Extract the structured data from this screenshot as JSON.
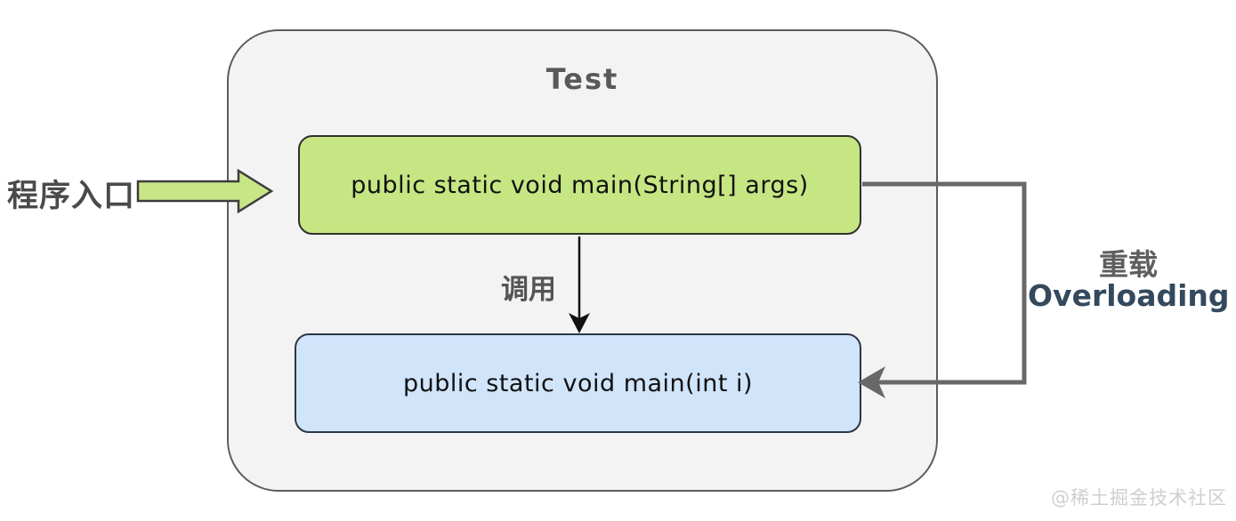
{
  "diagram": {
    "title": "Test",
    "entry_label": "程序入口",
    "call_label": "调用",
    "overload_label_zh": "重载",
    "overload_label_en": "Overloading",
    "method1_signature": "public static void main(String[] args)",
    "method2_signature": "public static void main(int i)",
    "watermark": "@稀土掘金技术社区",
    "colors": {
      "container_fill": "#f3f3f3",
      "container_border": "#5c5c5c",
      "method1_fill": "#c6e683",
      "method1_border": "#2f2f2f",
      "method2_fill": "#d0e4fa",
      "method2_border": "#2c3845",
      "connector": "#686868",
      "entry_arrow_fill": "#c9e687",
      "entry_arrow_border": "#3c3c3c",
      "label_gray": "#555555",
      "entry_label_color": "#4a4a4a",
      "title_color": "#595959",
      "overload_en_color": "#34495e",
      "watermark_color": "#cfcfcf",
      "code_text": "#111111"
    }
  }
}
